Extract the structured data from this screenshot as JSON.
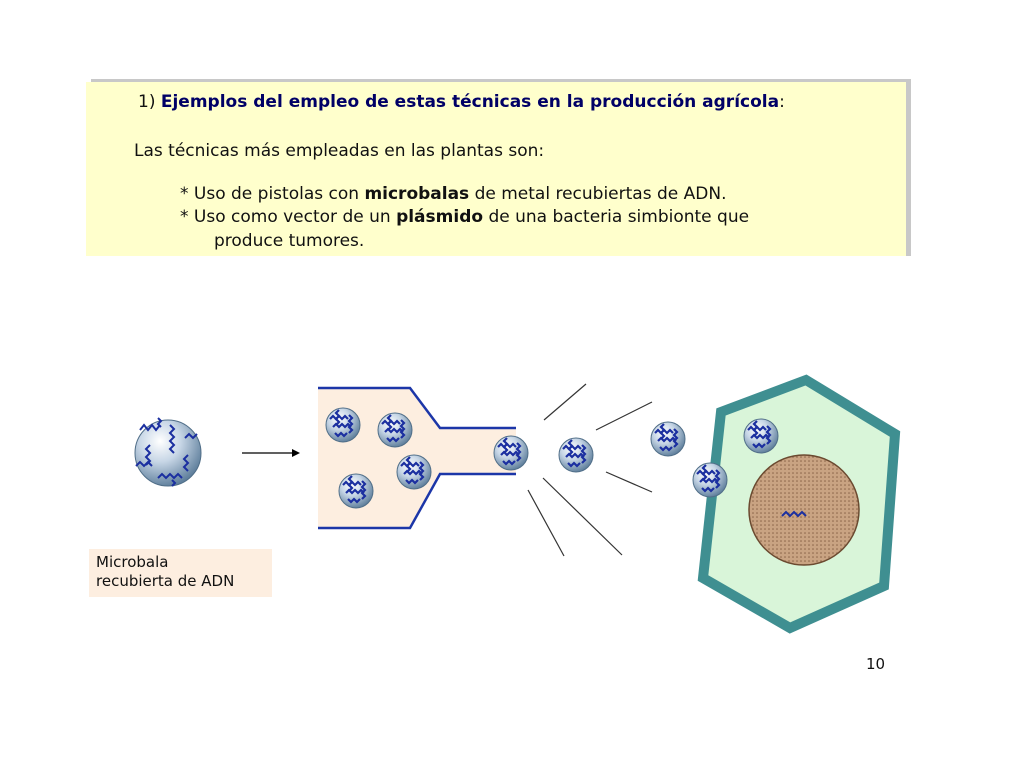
{
  "slide": {
    "title_number": "1)",
    "title_text": "Ejemplos del empleo de estas técnicas en la producción agrícola",
    "title_colon": ":",
    "intro": "Las técnicas más empleadas en las plantas son:",
    "bullet1": {
      "prefix": "* Uso de pistolas con ",
      "bold": "microbalas",
      "suffix": " de metal recubiertas de ADN."
    },
    "bullet2": {
      "prefix": "* Uso como vector de un ",
      "bold": "plásmido",
      "suffix": " de una bacteria simbionte que",
      "continuation": "produce tumores."
    },
    "caption_line1": "Microbala",
    "caption_line2": "recubierta de ADN",
    "page_number": "10"
  },
  "colors": {
    "gun_outline": "#1c36a8",
    "gun_fill": "#fdeee0",
    "cell_wall": "#3f8f91",
    "cell_fill": "#d9f5d9",
    "nucleus": "#c9a382",
    "dna": "#1b2fa0"
  }
}
